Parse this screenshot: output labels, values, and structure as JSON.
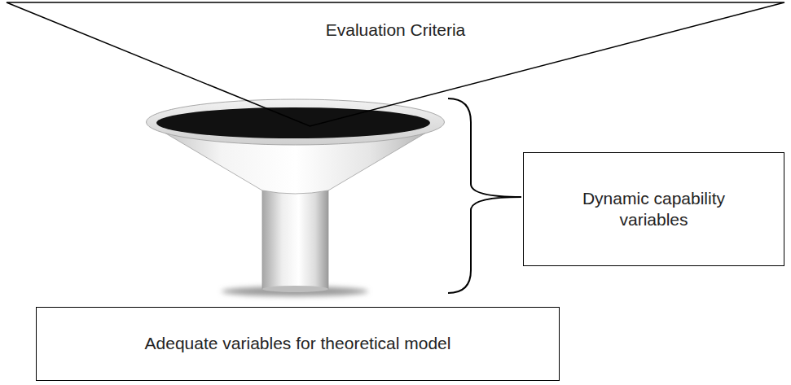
{
  "diagram": {
    "nodes": [
      {
        "text": [
          "Evaluation Criteria"
        ]
      },
      {
        "text": [
          "Dynamic capability variables"
        ]
      },
      {
        "text": [
          "Adequate variables for theoretical model"
        ]
      }
    ]
  }
}
